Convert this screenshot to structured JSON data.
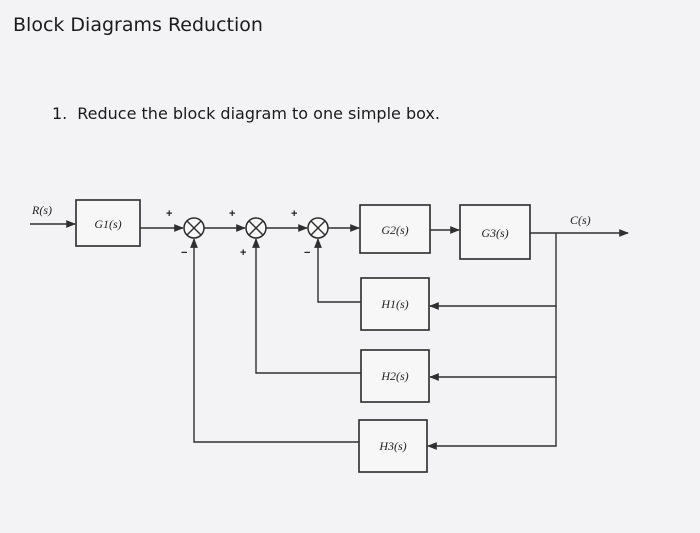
{
  "header": {
    "title": "Block Diagrams Reduction"
  },
  "question": {
    "number": "1.",
    "text": "Reduce the block diagram to one simple box."
  },
  "diagram": {
    "input_label": "R(s)",
    "output_label": "C(s)",
    "blocks": {
      "g1": "G1(s)",
      "g2": "G2(s)",
      "g3": "G3(s)",
      "h1": "H1(s)",
      "h2": "H2(s)",
      "h3": "H3(s)"
    },
    "junction_signs": {
      "sj1_top": "+",
      "sj1_bottom": "−",
      "sj2_top": "+",
      "sj2_bottom": "+",
      "sj3_top": "+",
      "sj3_bottom": "−"
    }
  }
}
